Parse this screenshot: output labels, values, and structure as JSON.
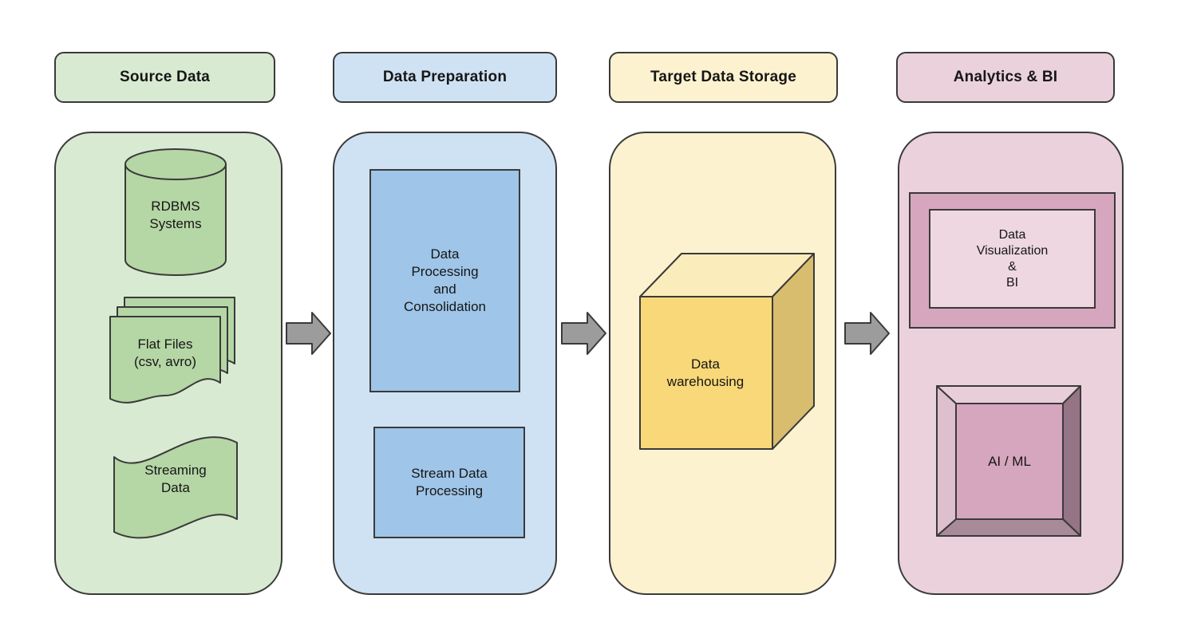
{
  "colors": {
    "source_bg": "#d9ead3",
    "source_shape": "#b5d6a5",
    "prep_bg": "#cfe2f3",
    "prep_shape": "#9fc5e8",
    "storage_bg": "#fdf2cf",
    "cube_front": "#f8d878",
    "cube_top": "#fbecbc",
    "cube_side": "#d9bd6e",
    "analytics_bg": "#ead1dc",
    "analytics_shape": "#d5a6bd",
    "analytics_inner": "#eed7e1",
    "bevel_top": "#e8ced9",
    "bevel_left": "#debfcd",
    "bevel_right": "#957485",
    "bevel_bottom": "#a98a99",
    "arrow_fill": "#9c9c9c",
    "outline": "#3a3a3a",
    "text": "#161616"
  },
  "columns": [
    {
      "title": "Source Data",
      "items": [
        {
          "icon": "database-cylinder-icon",
          "lines": [
            "RDBMS",
            "Systems"
          ]
        },
        {
          "icon": "document-stack-icon",
          "lines": [
            "Flat Files",
            "(csv, avro)"
          ]
        },
        {
          "icon": "wave-document-icon",
          "lines": [
            "Streaming",
            "Data"
          ]
        }
      ]
    },
    {
      "title": "Data Preparation",
      "items": [
        {
          "icon": "rectangle-shape",
          "lines": [
            "Data",
            "Processing",
            "and",
            "Consolidation"
          ]
        },
        {
          "icon": "rectangle-shape",
          "lines": [
            "Stream Data",
            "Processing"
          ]
        }
      ]
    },
    {
      "title": "Target Data Storage",
      "items": [
        {
          "icon": "cube-icon",
          "lines": [
            "Data",
            "warehousing"
          ]
        }
      ]
    },
    {
      "title": "Analytics & BI",
      "items": [
        {
          "icon": "framed-rectangle-icon",
          "lines": [
            "Data",
            "Visualization",
            "&",
            "BI"
          ]
        },
        {
          "icon": "beveled-frame-icon",
          "lines": [
            "AI / ML"
          ]
        }
      ]
    }
  ],
  "arrows": [
    {
      "direction": "right"
    },
    {
      "direction": "right"
    },
    {
      "direction": "right"
    }
  ]
}
